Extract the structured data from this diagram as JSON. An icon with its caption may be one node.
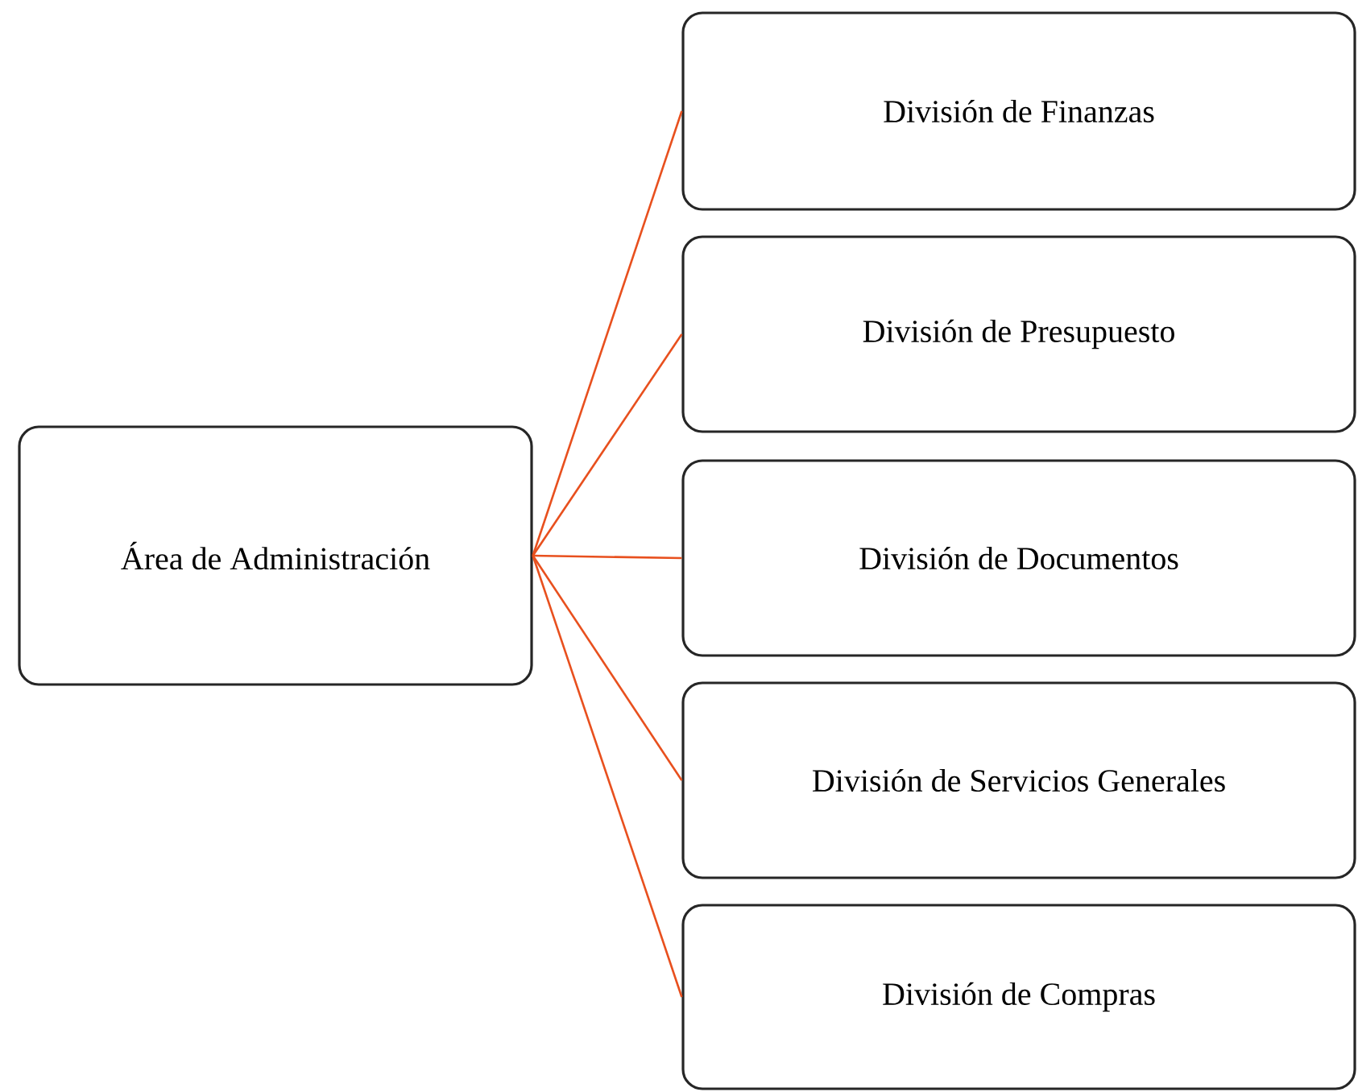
{
  "diagram": {
    "nodes": [
      {
        "text": [
          "Área de Administración"
        ]
      },
      {
        "text": [
          "División de Finanzas"
        ]
      },
      {
        "text": [
          "División de Presupuesto"
        ]
      },
      {
        "text": [
          "División de Documentos"
        ]
      },
      {
        "text": [
          "División de Servicios Generales"
        ]
      },
      {
        "text": [
          "División de Compras"
        ]
      }
    ],
    "edges": [
      {
        "from": 0,
        "to": 1,
        "arrow": "none"
      },
      {
        "from": 0,
        "to": 2,
        "arrow": "none"
      },
      {
        "from": 0,
        "to": 3,
        "arrow": "none"
      },
      {
        "from": 0,
        "to": 4,
        "arrow": "none"
      },
      {
        "from": 0,
        "to": 5,
        "arrow": "none"
      }
    ]
  }
}
